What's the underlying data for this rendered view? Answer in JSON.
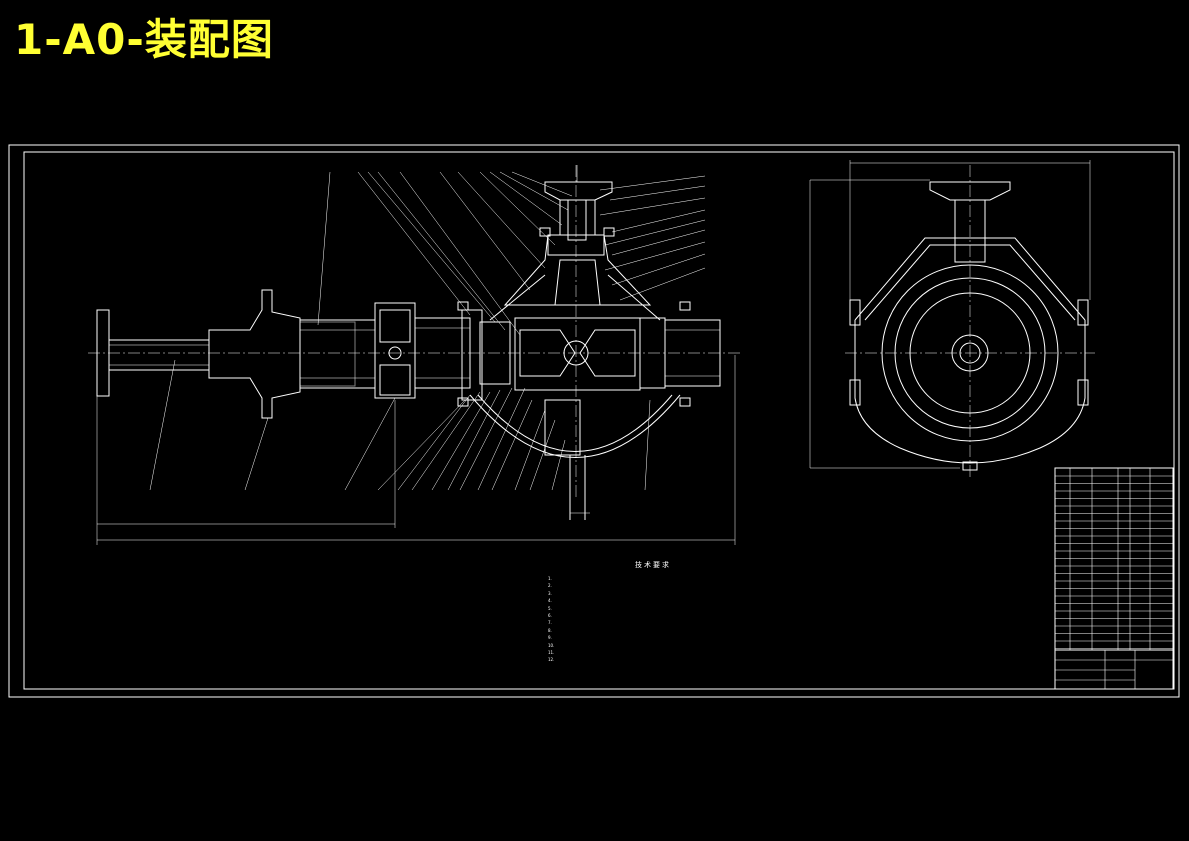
{
  "title": "1-A0-装配图",
  "colors": {
    "title": "#ffff33",
    "lines": "#ffffff",
    "background": "#000000"
  },
  "drawing": {
    "tech_requirements_title": "技术要求",
    "tech_notes": [
      "1.",
      "2.",
      "3.",
      "4.",
      "5.",
      "6.",
      "7.",
      "8.",
      "9.",
      "10.",
      "11.",
      "12."
    ]
  }
}
